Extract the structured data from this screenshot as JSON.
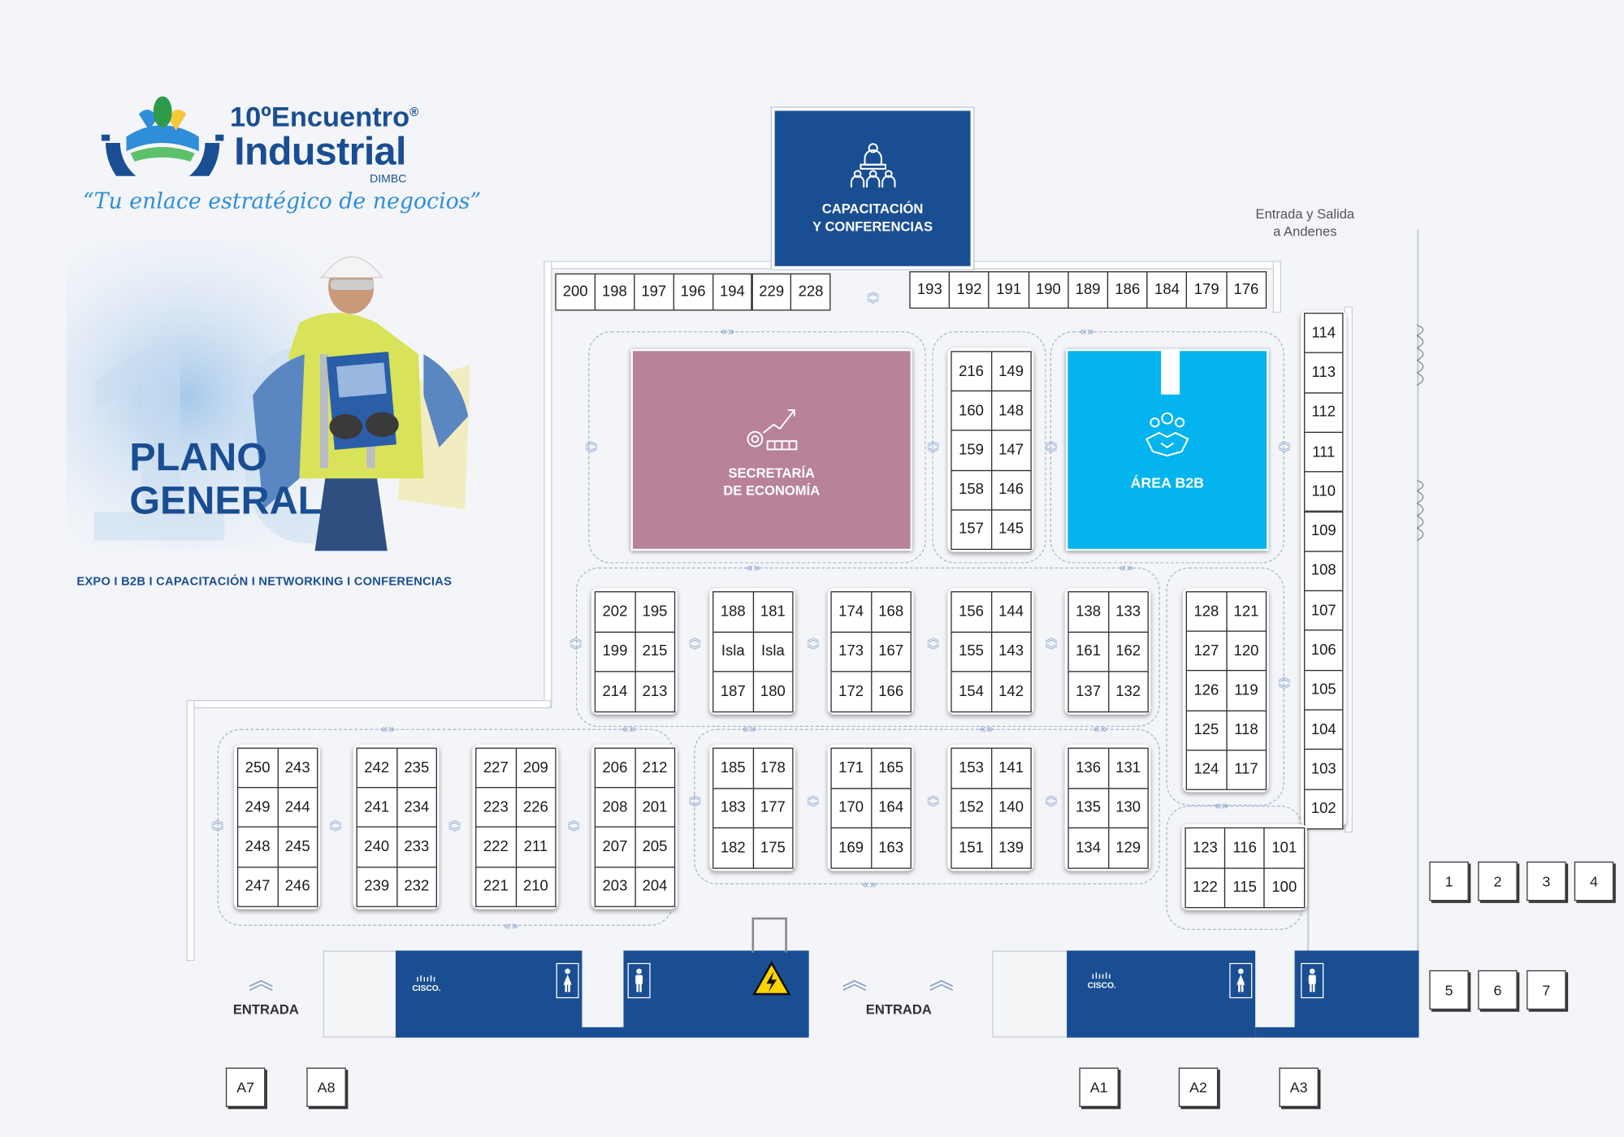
{
  "brand": {
    "number": "10º",
    "name_line1": "Encuentro",
    "name_line2": "Industrial",
    "registered": "®",
    "org": "DIMBC",
    "tagline": "“Tu enlace estratégico de negocios”"
  },
  "plan": {
    "title_line1": "PLANO",
    "title_line2": "GENERAL",
    "subtitle": "EXPO I B2B I CAPACITACIÓN I NETWORKING I CONFERENCIAS"
  },
  "rooms": {
    "capacitacion": "CAPACITACIÓN\nY CONFERENCIAS",
    "capacitacion_line1": "CAPACITACIÓN",
    "capacitacion_line2": "Y CONFERENCIAS",
    "economia_line1": "SECRETARÍA",
    "economia_line2": "DE ECONOMÍA",
    "b2b": "ÁREA B2B"
  },
  "entrada_salida": {
    "line1": "Entrada y Salida",
    "line2": "a Andenes"
  },
  "entrances": {
    "left": "ENTRADA",
    "center": "ENTRADA"
  },
  "service_icons": [
    "cisco-icon",
    "women-restroom-icon",
    "men-restroom-icon",
    "high-voltage-icon",
    "cisco-icon",
    "women-restroom-icon",
    "men-restroom-icon"
  ],
  "cisco_label": "CISCO.",
  "top_left_row": [
    "200",
    "198",
    "197",
    "196",
    "194",
    "229",
    "228"
  ],
  "top_right_row": [
    "193",
    "192",
    "191",
    "190",
    "189",
    "186",
    "184",
    "179",
    "176"
  ],
  "right_column": [
    "114",
    "113",
    "112",
    "111",
    "110",
    "109",
    "108",
    "107",
    "106",
    "105",
    "104",
    "103",
    "102"
  ],
  "block_216": [
    [
      "216",
      "149"
    ],
    [
      "160",
      "148"
    ],
    [
      "159",
      "147"
    ],
    [
      "158",
      "146"
    ],
    [
      "157",
      "145"
    ]
  ],
  "mid_blocks": [
    [
      [
        "202",
        "195"
      ],
      [
        "199",
        "215"
      ],
      [
        "214",
        "213"
      ]
    ],
    [
      [
        "188",
        "181"
      ],
      [
        "Isla",
        "Isla"
      ],
      [
        "187",
        "180"
      ]
    ],
    [
      [
        "174",
        "168"
      ],
      [
        "173",
        "167"
      ],
      [
        "172",
        "166"
      ]
    ],
    [
      [
        "156",
        "144"
      ],
      [
        "155",
        "143"
      ],
      [
        "154",
        "142"
      ]
    ],
    [
      [
        "138",
        "133"
      ],
      [
        "161",
        "162"
      ],
      [
        "137",
        "132"
      ]
    ]
  ],
  "block_128": [
    [
      "128",
      "121"
    ],
    [
      "127",
      "120"
    ],
    [
      "126",
      "119"
    ],
    [
      "125",
      "118"
    ],
    [
      "124",
      "117"
    ]
  ],
  "lower_blocks_4": [
    [
      [
        "250",
        "243"
      ],
      [
        "249",
        "244"
      ],
      [
        "248",
        "245"
      ],
      [
        "247",
        "246"
      ]
    ],
    [
      [
        "242",
        "235"
      ],
      [
        "241",
        "234"
      ],
      [
        "240",
        "233"
      ],
      [
        "239",
        "232"
      ]
    ],
    [
      [
        "227",
        "209"
      ],
      [
        "223",
        "226"
      ],
      [
        "222",
        "211"
      ],
      [
        "221",
        "210"
      ]
    ],
    [
      [
        "206",
        "212"
      ],
      [
        "208",
        "201"
      ],
      [
        "207",
        "205"
      ],
      [
        "203",
        "204"
      ]
    ]
  ],
  "lower_blocks_3": [
    [
      [
        "185",
        "178"
      ],
      [
        "183",
        "177"
      ],
      [
        "182",
        "175"
      ]
    ],
    [
      [
        "171",
        "165"
      ],
      [
        "170",
        "164"
      ],
      [
        "169",
        "163"
      ]
    ],
    [
      [
        "153",
        "141"
      ],
      [
        "152",
        "140"
      ],
      [
        "151",
        "139"
      ]
    ],
    [
      [
        "136",
        "131"
      ],
      [
        "135",
        "130"
      ],
      [
        "134",
        "129"
      ]
    ]
  ],
  "block_123": [
    [
      "123",
      "116",
      "101"
    ],
    [
      "122",
      "115",
      "100"
    ]
  ],
  "outside_numbers": [
    "1",
    "2",
    "3",
    "4",
    "5",
    "6",
    "7"
  ],
  "bottom_boxes": [
    "A7",
    "A8",
    "A1",
    "A2",
    "A3"
  ],
  "colors": {
    "navy": "#1a4e93",
    "economia": "#b8829a",
    "b2b": "#04b4ee",
    "accent_blue": "#2f8ed8",
    "aisle": "#a9b4c9"
  }
}
